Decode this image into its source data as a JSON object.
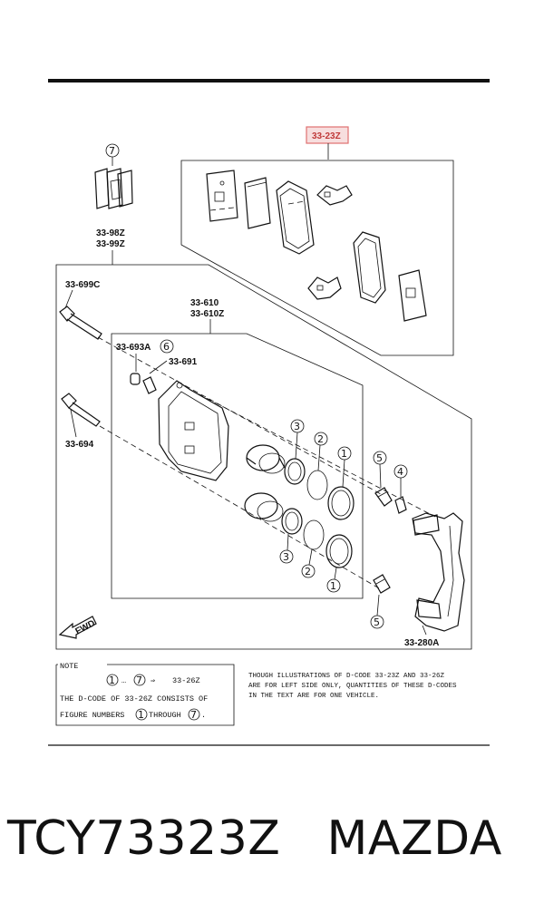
{
  "highlight_code": "33-23Z",
  "labels": {
    "pads_set": "33-98Z",
    "pads_set_alt": "33-99Z",
    "pin_c": "33-699C",
    "caliper": "33-610",
    "caliper_alt": "33-610Z",
    "bleeder_cap": "33-693A",
    "bleeder": "33-691",
    "pin": "33-694",
    "bracket": "33-280A"
  },
  "circled": {
    "n1": "1",
    "n2": "2",
    "n3": "3",
    "n4": "4",
    "n5": "5",
    "n6": "6",
    "n7": "7"
  },
  "fwd": "FWD",
  "note": {
    "title": "NOTE",
    "line1_code": "33-26Z",
    "line2": "THE D-CODE OF  33-26Z  CONSISTS OF",
    "line3": "FIGURE NUMBERS",
    "line3_end": "THROUGH",
    "line3_tail": "."
  },
  "info": {
    "line1": "THOUGH ILLUSTRATIONS OF D-CODE 33-23Z AND 33-26Z",
    "line2": "ARE FOR LEFT SIDE ONLY, QUANTITIES OF THESE D-CODES",
    "line3": "IN THE TEXT ARE FOR ONE VEHICLE."
  },
  "caption": "TCY73323Z   MAZDA"
}
